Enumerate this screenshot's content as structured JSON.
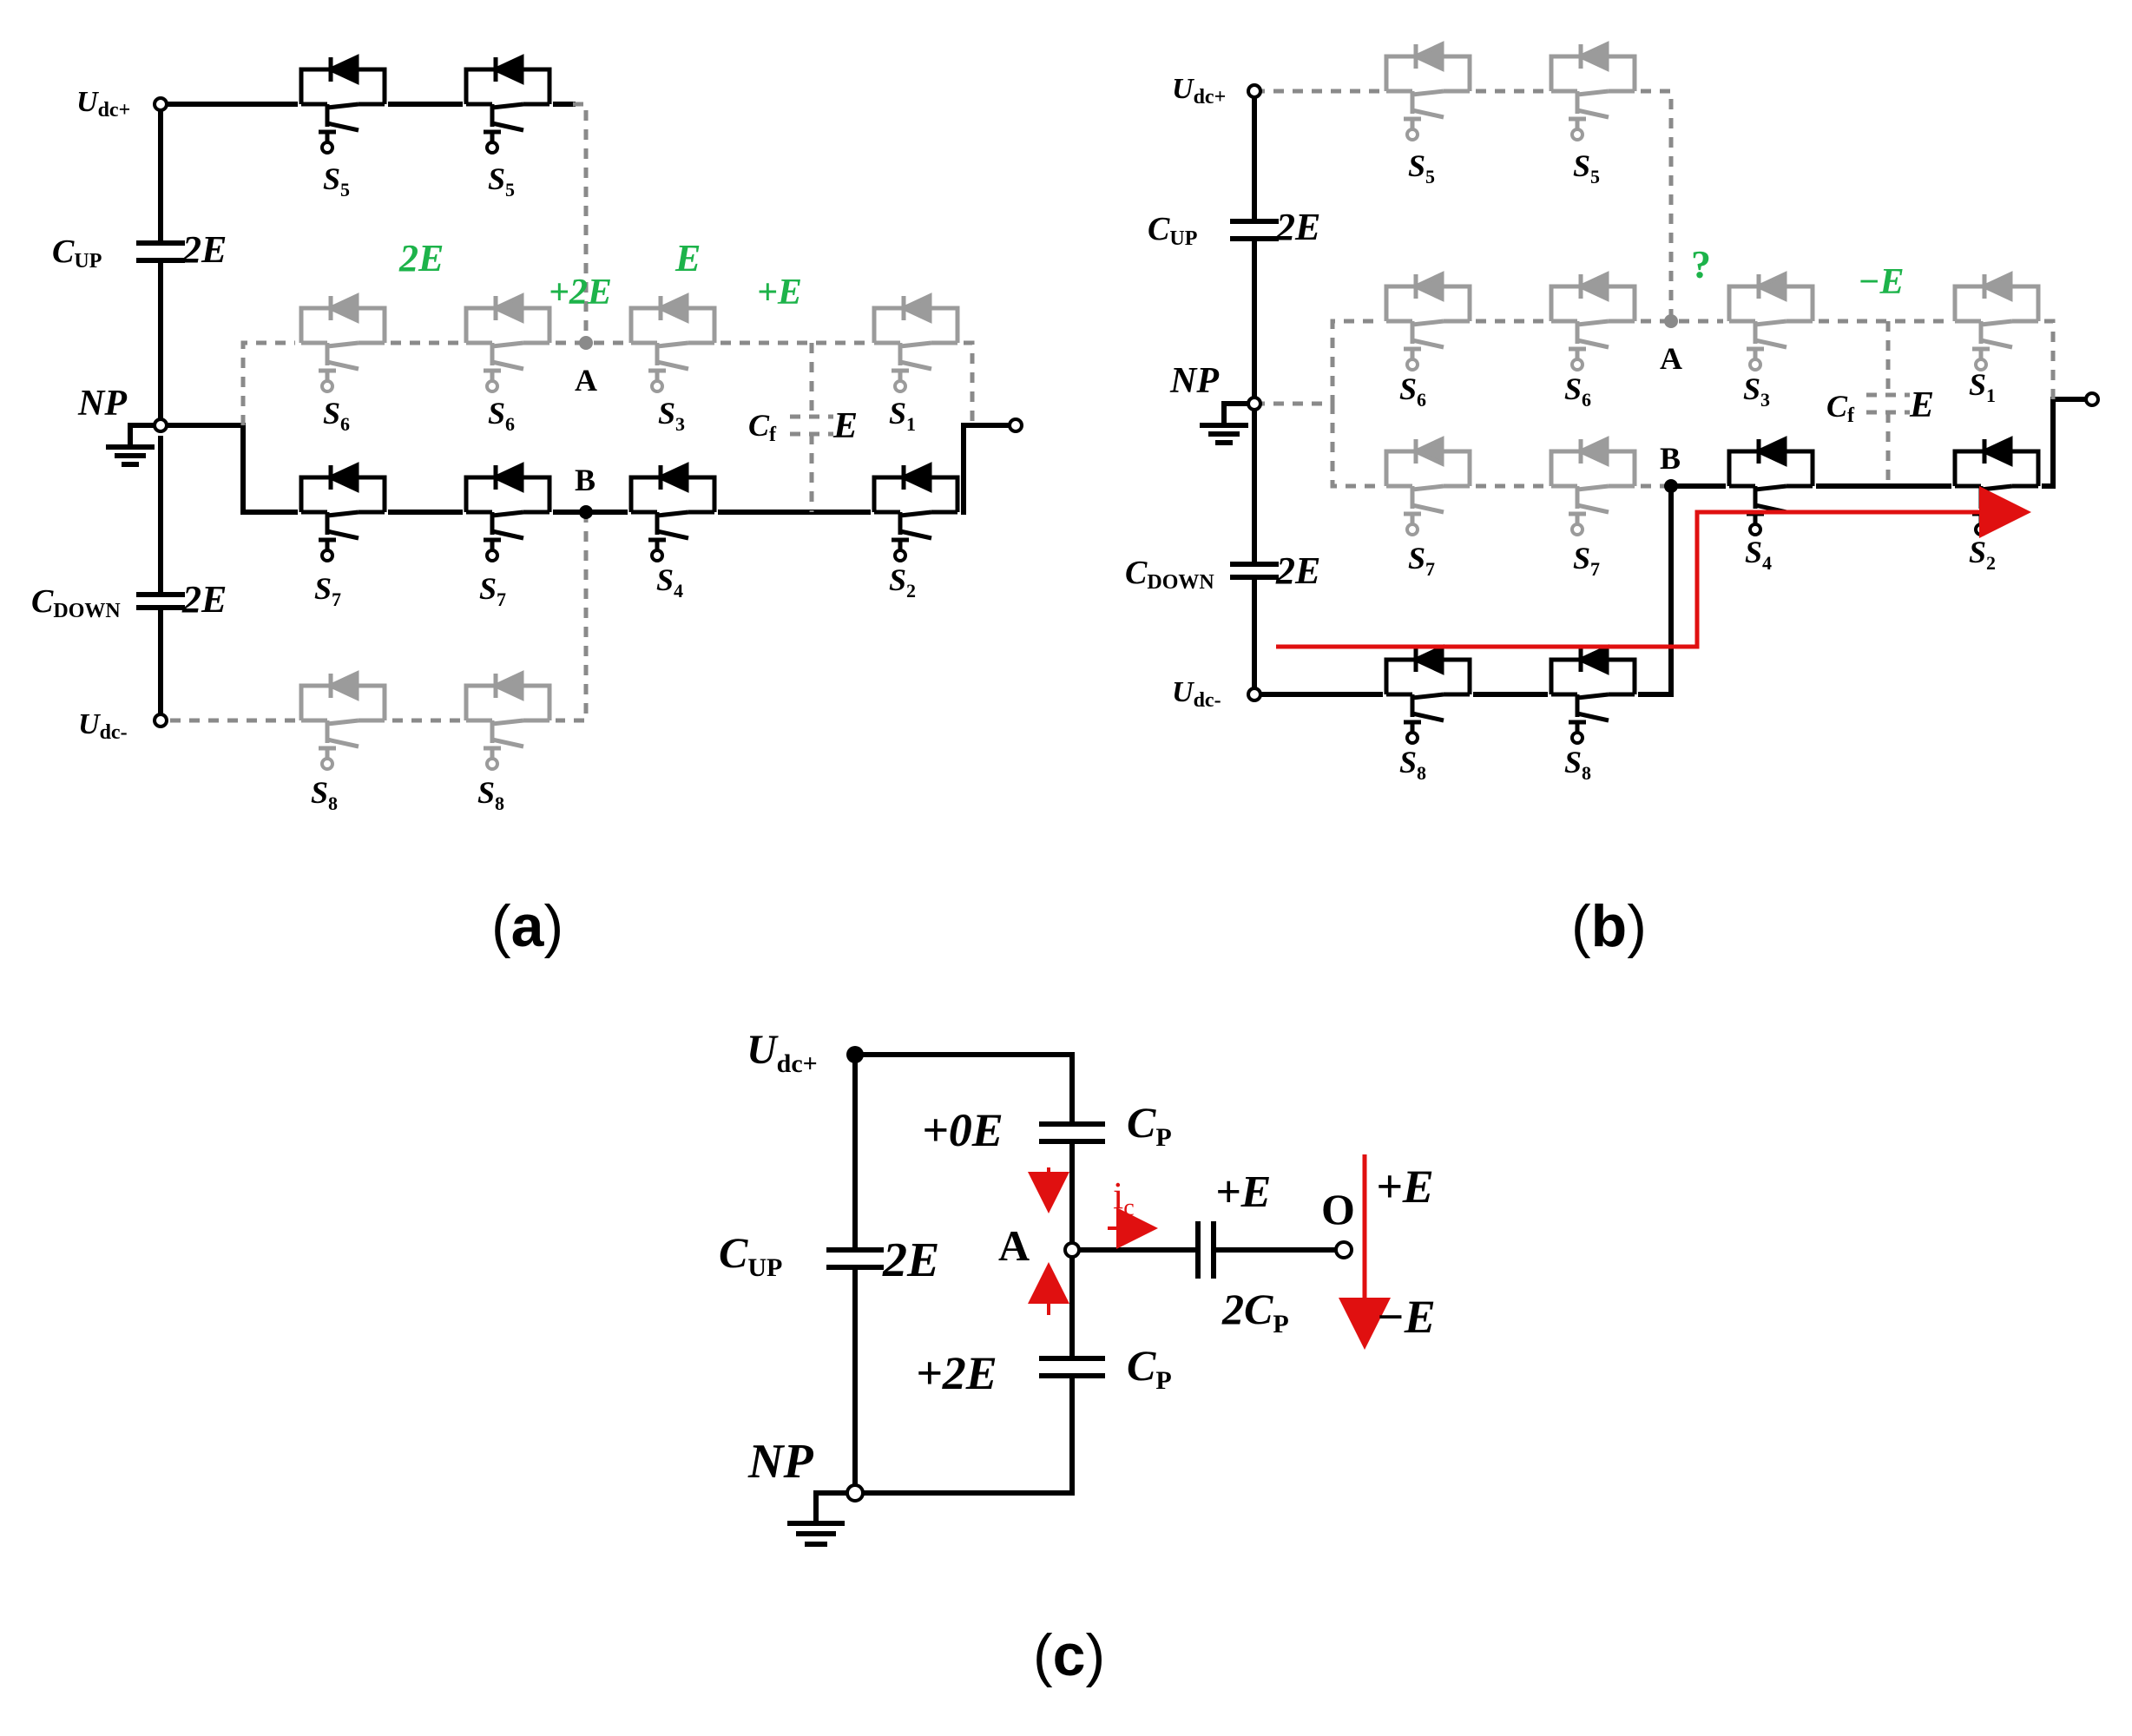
{
  "panels": {
    "a": {
      "caption": "(a)",
      "udc_plus": "U",
      "udc_plus_sub": "dc+",
      "udc_minus": "U",
      "udc_minus_sub": "dc-",
      "cup": "C",
      "cup_sub": "UP",
      "cup_val": "2E",
      "cdown": "C",
      "cdown_sub": "DOWN",
      "cdown_val": "2E",
      "np": "NP",
      "cf": "C",
      "cf_sub": "f",
      "cf_val": "E",
      "node_a": "A",
      "node_b": "B",
      "v_2e": "2E",
      "v_plus2e": "+2E",
      "v_e": "E",
      "v_pluse": "+E",
      "switches": [
        "S5",
        "S5",
        "S6",
        "S6",
        "S3",
        "S1",
        "S7",
        "S7",
        "S4",
        "S2",
        "S8",
        "S8"
      ]
    },
    "b": {
      "caption": "(b)",
      "udc_plus": "U",
      "udc_plus_sub": "dc+",
      "udc_minus": "U",
      "udc_minus_sub": "dc-",
      "cup": "C",
      "cup_sub": "UP",
      "cup_val": "2E",
      "cdown": "C",
      "cdown_sub": "DOWN",
      "cdown_val": "2E",
      "np": "NP",
      "cf": "C",
      "cf_sub": "f",
      "cf_val": "E",
      "node_a": "A",
      "node_b": "B",
      "v_question": "?",
      "v_minuse": "−E"
    },
    "c": {
      "caption": "(c)",
      "udc_plus": "U",
      "udc_plus_sub": "dc+",
      "np": "NP",
      "cup": "C",
      "cup_sub": "UP",
      "cup_val": "2E",
      "cp_top": "C",
      "cp_top_sub": "P",
      "cp_top_val": "+0E",
      "cp_bot": "C",
      "cp_bot_sub": "P",
      "cp_bot_val": "+2E",
      "node_a": "A",
      "ic": "i",
      "ic_sub": "c",
      "series_val": "+E",
      "series_cap": "2C",
      "series_cap_sub": "P",
      "out_node": "O",
      "out_plus": "+E",
      "out_minus": "−E"
    }
  },
  "colors": {
    "green": "#1db34a",
    "red": "#e01010",
    "dashed": "#8a8a8a",
    "wire": "#000000"
  }
}
